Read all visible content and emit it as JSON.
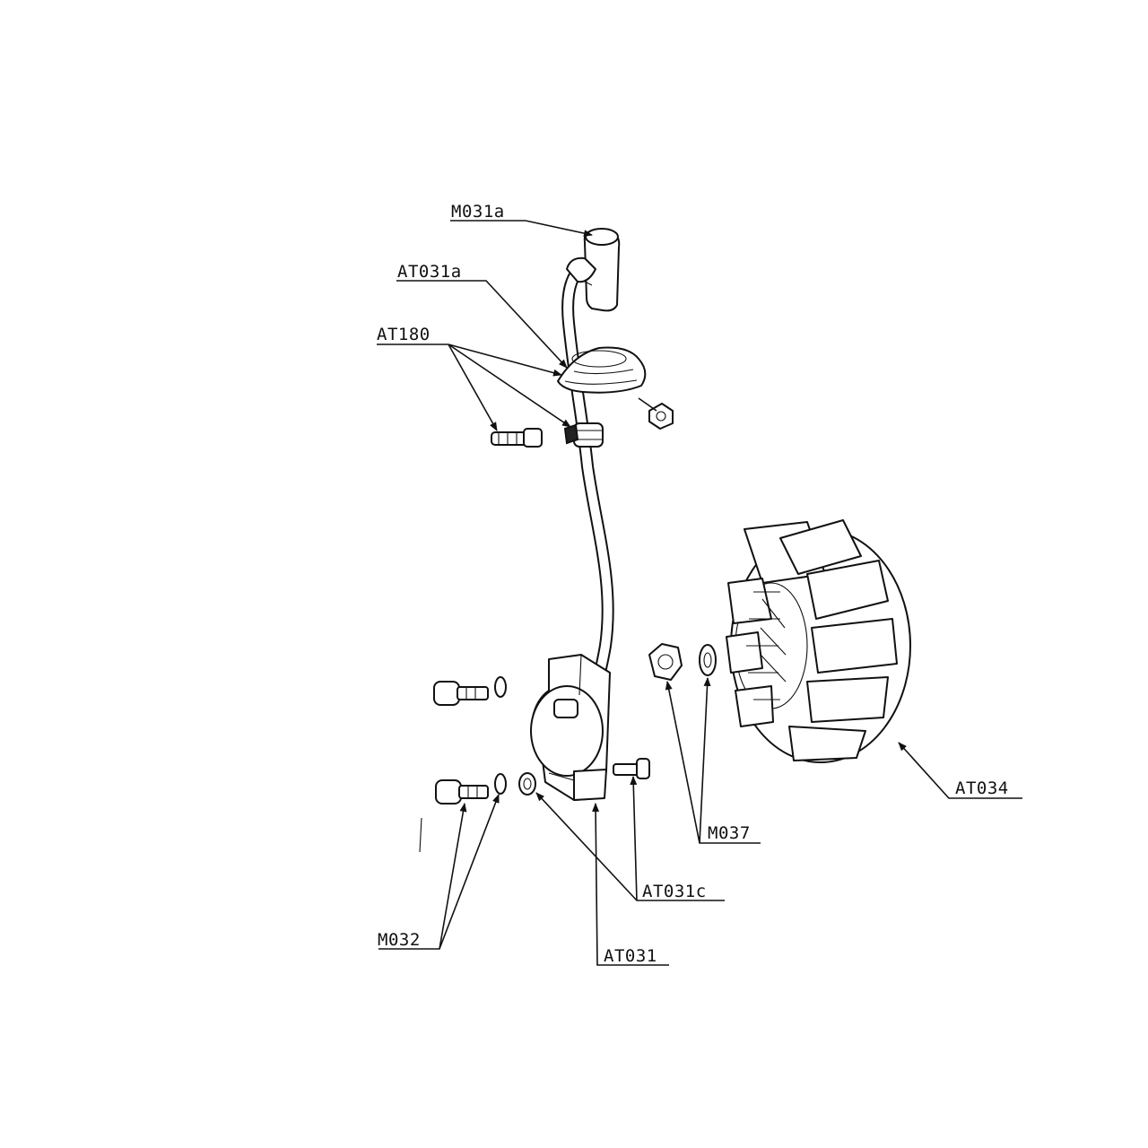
{
  "diagram": {
    "labels": {
      "m031a": "M031a",
      "at031a": "AT031a",
      "at180": "AT180",
      "at034": "AT034",
      "m037": "M037",
      "at031c": "AT031c",
      "m032": "M032",
      "at031": "AT031"
    },
    "colors": {
      "line": "#111111",
      "background": "#ffffff"
    }
  }
}
